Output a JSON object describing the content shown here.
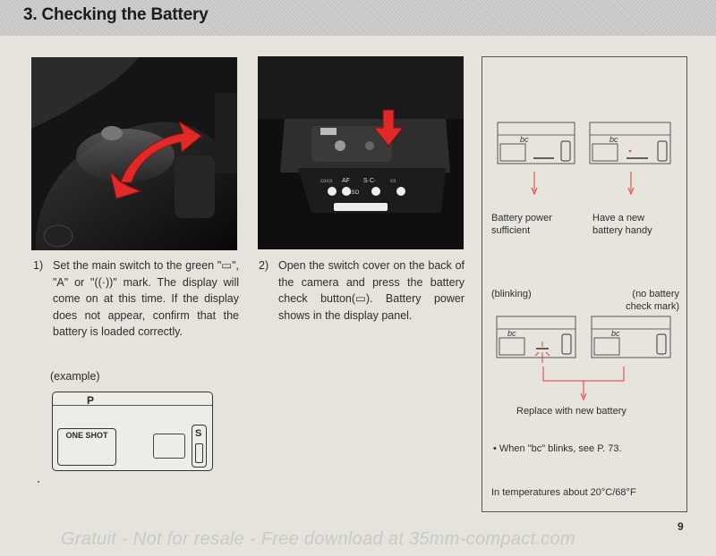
{
  "page": {
    "title": "3. Checking the Battery",
    "page_number": "9",
    "watermark": "Gratuit - Not for resale - Free download at 35mm-compact.com"
  },
  "steps": [
    {
      "number": "1)",
      "text": "Set the main switch to the green \"▭\", \"A\" or \"((·))\" mark. The display will come on at this time. If the display does not appear, confirm that the battery is loaded correctly."
    },
    {
      "number": "2)",
      "text": "Open the switch cover on the back of the camera and press the battery check button(▭). Battery power shows in the display panel."
    }
  ],
  "example": {
    "label": "(example)",
    "lcd_p": "P",
    "lcd_mode": "ONE SHOT",
    "lcd_s": "S"
  },
  "photo2_labels": {
    "af": "AF",
    "sc": "S·C·",
    "iso": "ISO"
  },
  "right_panel": {
    "lcd_code": "bc",
    "sufficient": [
      "Battery power",
      "sufficient"
    ],
    "new_handy": [
      "Have a new",
      "battery handy"
    ],
    "blinking": "(blinking)",
    "no_check": [
      "(no battery",
      "check mark)"
    ],
    "replace": "Replace with new battery",
    "note": "•  When \"bc\" blinks, see P. 73.",
    "temperature": "In temperatures about 20°C/68°F"
  },
  "colors": {
    "arrow_red": "#e02a2a",
    "line_red": "#e03c3c",
    "header_band": "#cfcdcc"
  },
  "icons": [
    "rotate-arrow-icon",
    "down-arrow-icon"
  ]
}
